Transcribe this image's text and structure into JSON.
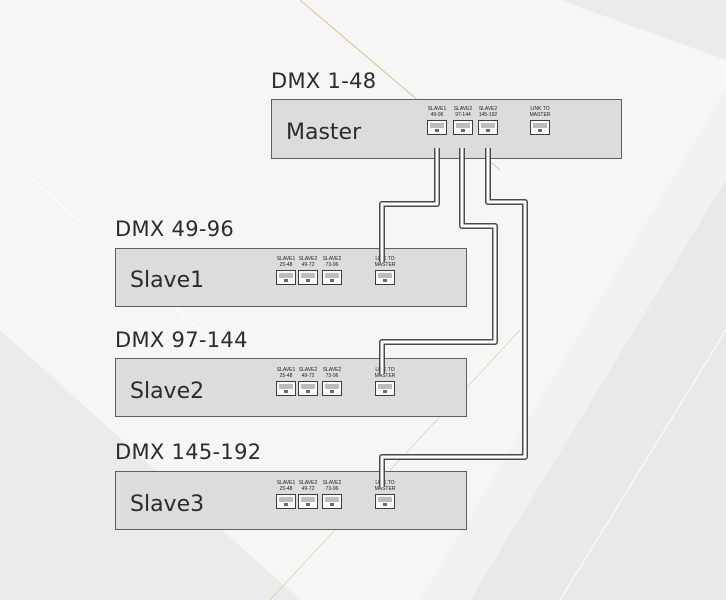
{
  "units": [
    {
      "id": "master",
      "dmx": "DMX 1-48",
      "name": "Master",
      "ports": [
        {
          "line1": "SLAVE1",
          "line2": "49-96"
        },
        {
          "line1": "SLAVE2",
          "line2": "97-144"
        },
        {
          "line1": "SLAVE2",
          "line2": "145-192"
        },
        {
          "line1": "LINK TO",
          "line2": "MASTER"
        }
      ]
    },
    {
      "id": "slave1",
      "dmx": "DMX 49-96",
      "name": "Slave1",
      "ports": [
        {
          "line1": "SLAVE1",
          "line2": "25-48"
        },
        {
          "line1": "SLAVE2",
          "line2": "49-72"
        },
        {
          "line1": "SLAVE2",
          "line2": "73-96"
        },
        {
          "line1": "LINK TO",
          "line2": "MASTER"
        }
      ]
    },
    {
      "id": "slave2",
      "dmx": "DMX 97-144",
      "name": "Slave2",
      "ports": [
        {
          "line1": "SLAVE1",
          "line2": "25-48"
        },
        {
          "line1": "SLAVE2",
          "line2": "49-72"
        },
        {
          "line1": "SLAVE2",
          "line2": "73-96"
        },
        {
          "line1": "LINK TO",
          "line2": "MASTER"
        }
      ]
    },
    {
      "id": "slave3",
      "dmx": "DMX 145-192",
      "name": "Slave3",
      "ports": [
        {
          "line1": "SLAVE1",
          "line2": "25-48"
        },
        {
          "line1": "SLAVE2",
          "line2": "49-72"
        },
        {
          "line1": "SLAVE2",
          "line2": "73-96"
        },
        {
          "line1": "LINK TO",
          "line2": "MASTER"
        }
      ]
    }
  ],
  "connections": [
    {
      "from": "master.port-1",
      "to": "slave1.link-to-master"
    },
    {
      "from": "master.port-2",
      "to": "slave2.link-to-master"
    },
    {
      "from": "master.port-3",
      "to": "slave3.link-to-master"
    }
  ],
  "colors": {
    "background": "#f1f1f1",
    "unit_fill": "#dcdcdc",
    "unit_border": "#5f5f5f",
    "cable": "#4a4a4a",
    "accent_line": "#c9a24a",
    "text": "#2b2b2b"
  }
}
